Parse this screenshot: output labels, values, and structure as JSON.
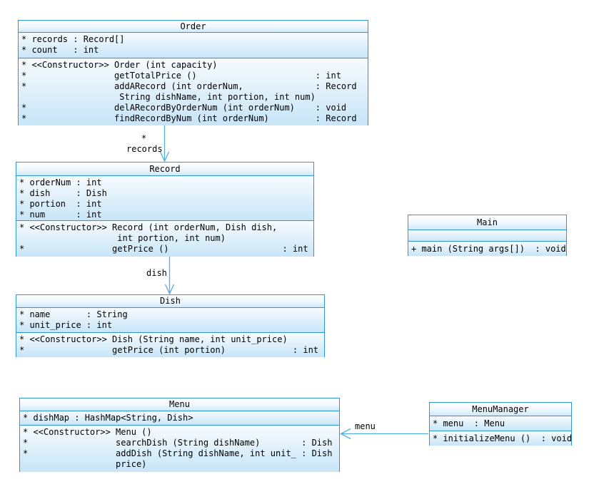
{
  "diagram": {
    "type": "uml-class-diagram",
    "colors": {
      "border": "#2e96d9",
      "arrow": "#56abe5",
      "fill_top": "#f7fbfe",
      "fill_bottom": "#c7e5f8",
      "text": "#000000"
    }
  },
  "classes": {
    "order": {
      "title": "Order",
      "attributes": [
        "* records : Record[]",
        "* count   : int"
      ],
      "methods": [
        "* <<Constructor>> Order (int capacity)",
        "*                 getTotalPrice ()                       : int",
        "*                 addARecord (int orderNum,              : Record",
        "                   String dishName, int portion, int num)",
        "*                 delARecordByOrderNum (int orderNum)    : void",
        "*                 findRecordByNum (int orderNum)         : Record"
      ]
    },
    "record": {
      "title": "Record",
      "attributes": [
        "* orderNum : int",
        "* dish     : Dish",
        "* portion  : int",
        "* num      : int"
      ],
      "methods": [
        "* <<Constructor>> Record (int orderNum, Dish dish,",
        "                   int portion, int num)",
        "*                 getPrice ()                      : int"
      ]
    },
    "main": {
      "title": "Main",
      "attributes": [],
      "methods": [
        "+ main (String args[])  : void"
      ]
    },
    "dish": {
      "title": "Dish",
      "attributes": [
        "* name       : String",
        "* unit_price : int"
      ],
      "methods": [
        "* <<Constructor>> Dish (String name, int unit_price)",
        "*                 getPrice (int portion)             : int"
      ]
    },
    "menu": {
      "title": "Menu",
      "attributes": [
        "* dishMap : HashMap<String, Dish>"
      ],
      "methods": [
        "* <<Constructor>> Menu ()",
        "*                 searchDish (String dishName)        : Dish",
        "*                 addDish (String dishName, int unit_ : Dish",
        "                  price)"
      ]
    },
    "menumanager": {
      "title": "MenuManager",
      "attributes": [
        "* menu  : Menu"
      ],
      "methods": [
        "* initializeMenu ()  : void"
      ]
    }
  },
  "connectors": {
    "records": {
      "multiplicity": "*",
      "label": "records",
      "from": "Order",
      "to": "Record"
    },
    "dish": {
      "label": "dish",
      "from": "Record",
      "to": "Dish"
    },
    "menu": {
      "label": "menu",
      "from": "MenuManager",
      "to": "Menu"
    }
  }
}
